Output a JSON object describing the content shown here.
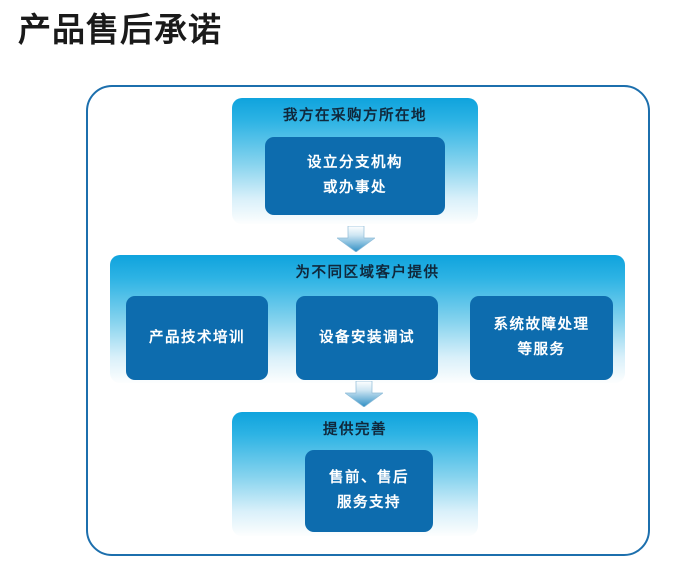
{
  "page": {
    "title": "产品售后承诺",
    "background_color": "#ffffff",
    "frame_border_color": "#1c6fad"
  },
  "colors": {
    "stage_gradient_top": "#0fa3dd",
    "stage_gradient_bottom": "#ffffff",
    "card_fill": "#0d6cae",
    "card_text": "#ffffff",
    "stage_title_text": "#10283c",
    "arrow_fill": "#2f8fc4"
  },
  "diagram": {
    "type": "flowchart",
    "direction": "top-to-bottom",
    "stages": [
      {
        "id": "stage-1",
        "title": "我方在采购方所在地",
        "cards": [
          {
            "id": "card-branch",
            "lines": [
              "设立分支机构",
              "或办事处"
            ]
          }
        ]
      },
      {
        "id": "stage-2",
        "title": "为不同区域客户提供",
        "cards": [
          {
            "id": "card-training",
            "lines": [
              "产品技术培训"
            ]
          },
          {
            "id": "card-install",
            "lines": [
              "设备安装调试"
            ]
          },
          {
            "id": "card-fault",
            "lines": [
              "系统故障处理",
              "等服务"
            ]
          }
        ]
      },
      {
        "id": "stage-3",
        "title": "提供完善",
        "cards": [
          {
            "id": "card-support",
            "lines": [
              "售前、售后",
              "服务支持"
            ]
          }
        ]
      }
    ],
    "connectors": [
      {
        "id": "arrow-1",
        "icon": "arrow-down-icon",
        "from": "stage-1",
        "to": "stage-2"
      },
      {
        "id": "arrow-2",
        "icon": "arrow-down-icon",
        "from": "stage-2",
        "to": "stage-3"
      }
    ]
  }
}
